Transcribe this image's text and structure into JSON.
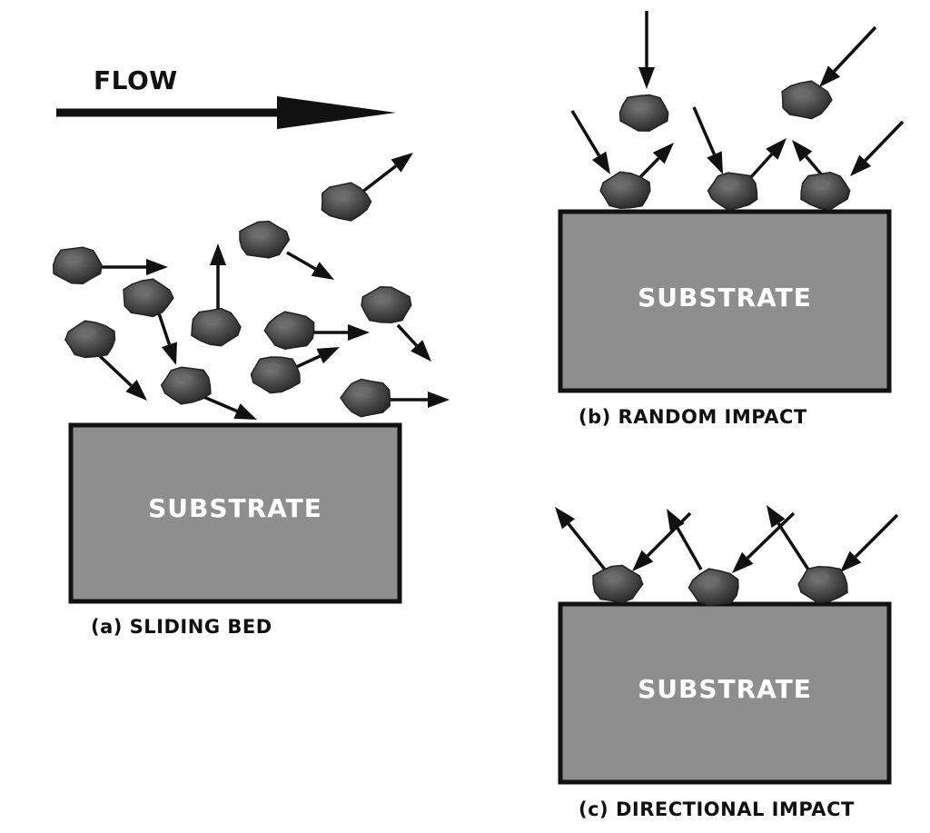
{
  "flow_label": "FLOW",
  "panels": [
    {
      "id": "a",
      "substrate_label": "SUBSTRATE",
      "caption": "(a) SLIDING BED"
    },
    {
      "id": "b",
      "substrate_label": "SUBSTRATE",
      "caption": "(b) RANDOM IMPACT"
    },
    {
      "id": "c",
      "substrate_label": "SUBSTRATE",
      "caption": "(c) DIRECTIONAL IMPACT"
    }
  ],
  "colors": {
    "substrate_fill": "#8e8e8e",
    "substrate_border": "#111111",
    "particle_fill": "#4a4a4a",
    "arrow": "#111111",
    "text": "#111111",
    "substrate_text": "#ffffff"
  }
}
